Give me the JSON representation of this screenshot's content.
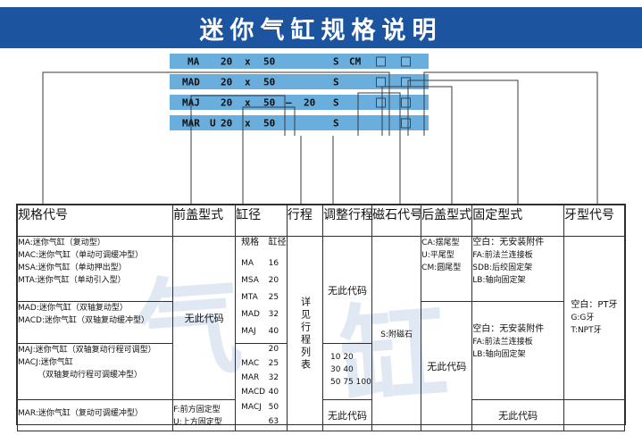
{
  "banner": {
    "title": "迷你气缸规格说明",
    "bg": "#1c54a0",
    "fg": "#ffffff"
  },
  "row_color": "#69aedd",
  "code_rows": [
    {
      "name": "code-row-ma",
      "tokens": [
        "MA",
        "20",
        "x",
        "50",
        "S",
        "CM"
      ],
      "boxes": 2
    },
    {
      "name": "code-row-mad",
      "tokens": [
        "MAD",
        "20",
        "x",
        "50",
        "S"
      ],
      "boxes": 2
    },
    {
      "name": "code-row-maj",
      "tokens": [
        "MAJ",
        "20",
        "x",
        "50",
        "–",
        "20",
        "S"
      ],
      "boxes": 2
    },
    {
      "name": "code-row-mar",
      "tokens": [
        "MAR",
        "U",
        "20",
        "x",
        "50",
        "S"
      ],
      "boxes": 1
    }
  ],
  "table": {
    "headers": [
      "规格代号",
      "前盖型式",
      "缸径",
      "行程",
      "调整行程",
      "磁石代号",
      "后盖型式",
      "固定型式",
      "牙型代号"
    ],
    "spec_code": {
      "block1": [
        "MA:迷你气缸（复动型）",
        "MAC:迷你气缸（单动可调缓冲型）",
        "MSA:迷你气缸（单动押出型）",
        "MTA:迷你气缸（单动引入型）"
      ],
      "block2": [
        "MAD:迷你气缸（双轴复动型）",
        "MACD:迷你气缸（双轴复动缓冲型）"
      ],
      "block3": [
        "MAJ:迷你气缸（双轴复动行程可调型）",
        "MACJ:迷你气缸",
        "（双轴复动行程可调缓冲型）"
      ],
      "block4": [
        "MAR:迷你气缸（复动可调缓冲型）"
      ]
    },
    "front_cover": {
      "block1": "无此代码",
      "block2": [
        "F:前方固定型",
        "U:上方固定型"
      ]
    },
    "bore": {
      "head": [
        "规格",
        "缸径"
      ],
      "block1": {
        "specs": [
          "MA",
          "MSA",
          "MTA",
          "MAD",
          "MAJ"
        ],
        "sizes": [
          "16",
          "20",
          "25",
          "32",
          "40"
        ]
      },
      "block2": {
        "specs": [
          "",
          "MAC",
          "MAR",
          "MACD",
          "MACJ",
          ""
        ],
        "sizes": [
          "20",
          "25",
          "32",
          "40",
          "50",
          "63"
        ]
      }
    },
    "stroke": "详见行程列表",
    "adjust_stroke": {
      "block1": "无此代码",
      "block2": [
        "10 20",
        "30 40",
        "50 75 100"
      ],
      "block3": "无此代码"
    },
    "magnet": "S:附磁石",
    "rear_cover": {
      "block1": [
        "CA:摆尾型",
        "U:平尾型",
        "CM:圆尾型"
      ],
      "block2": "无此代码"
    },
    "mounting": {
      "block1": [
        "空白：无安装附件",
        "FA:前法兰连接板",
        "SDB:后绞固定架",
        "LB:轴向固定架"
      ],
      "block2": [
        "空白：无安装附件",
        "FA:前法兰连接板",
        "LB:轴向固定架"
      ],
      "block3": "无此代码"
    },
    "thread": [
      "空白：PT牙",
      "G:G牙",
      "T:NPT牙"
    ]
  },
  "watermark": {
    "line1": "气",
    "line2": "缸"
  }
}
